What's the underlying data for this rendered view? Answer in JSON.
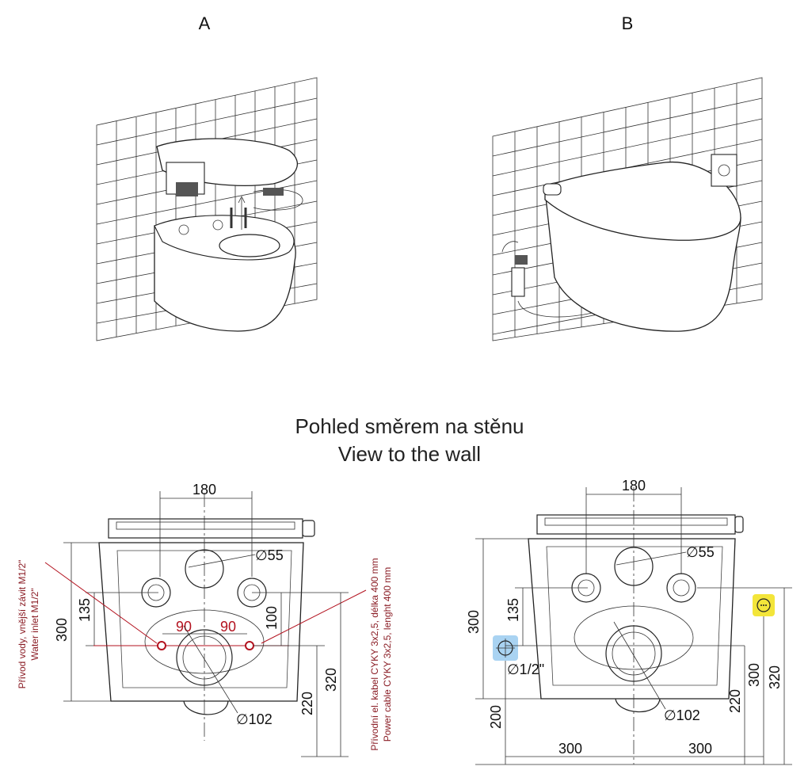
{
  "views": {
    "a_label": "A",
    "b_label": "B"
  },
  "title": {
    "line1": "Pohled směrem na stěnu",
    "line2": "View to the wall"
  },
  "left_drawing": {
    "dim_width": "180",
    "dim_pipe": "∅55",
    "dim_135": "135",
    "dim_300": "300",
    "dim_100": "100",
    "dim_90_left": "90",
    "dim_90_right": "90",
    "dim_drain": "∅102",
    "dim_220": "220",
    "dim_320": "320",
    "water_note_1": "Přívod vody, vnější závit M1/2\"",
    "water_note_2": "Water inlet M1/2\"",
    "power_note_1": "Přívodní el. kabel CYKY 3x2,5, délka 400 mm",
    "power_note_2": "Power cable CYKY 3x2,5, lenght 400 mm"
  },
  "right_drawing": {
    "dim_width": "180",
    "dim_pipe": "∅55",
    "dim_135": "135",
    "dim_300_v": "300",
    "dim_half_inch": "∅1/2\"",
    "dim_drain": "∅102",
    "dim_200": "200",
    "dim_220": "220",
    "dim_300_r": "300",
    "dim_320": "320",
    "dim_300_left": "300",
    "dim_300_right": "300"
  },
  "colors": {
    "accent_red": "#b3121f",
    "water_box": "#a9d3f2",
    "power_box": "#f3e53a"
  }
}
